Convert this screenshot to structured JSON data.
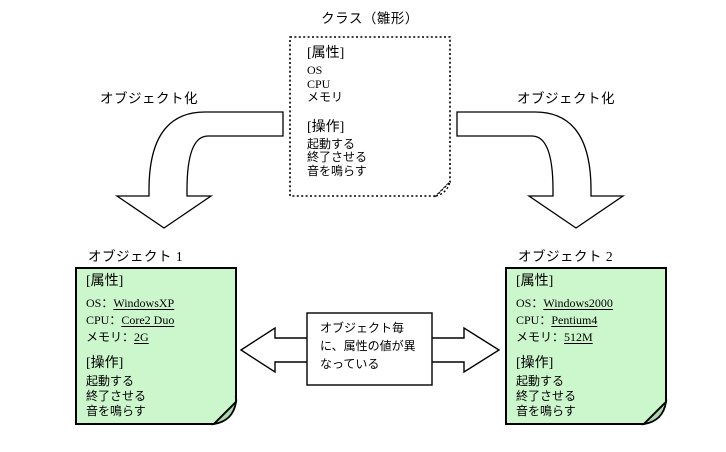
{
  "colors": {
    "note_fill": "#ccf6cc",
    "note_fold": "#aed6ae",
    "line": "#000000",
    "background": "#ffffff"
  },
  "class_box": {
    "title": "クラス（雛形）",
    "attr_header": "[属性]",
    "attributes": [
      "OS",
      "CPU",
      "メモリ"
    ],
    "ops_header": "[操作]",
    "operations": [
      "起動する",
      "終了させる",
      "音を鳴らす"
    ]
  },
  "arrows": {
    "left_label": "オブジェクト化",
    "right_label": "オブジェクト化"
  },
  "object1": {
    "title": "オブジェクト 1",
    "attr_header": "[属性]",
    "attributes": [
      {
        "label": "OS：",
        "value": "WindowsXP"
      },
      {
        "label": "CPU：",
        "value": "Core2 Duo"
      },
      {
        "label": "メモリ：",
        "value": "2G"
      }
    ],
    "ops_header": "[操作]",
    "operations": [
      "起動する",
      "終了させる",
      "音を鳴らす"
    ]
  },
  "object2": {
    "title": "オブジェクト 2",
    "attr_header": "[属性]",
    "attributes": [
      {
        "label": "OS：",
        "value": "Windows2000"
      },
      {
        "label": "CPU：",
        "value": "Pentium4"
      },
      {
        "label": "メモリ：",
        "value": "512M"
      }
    ],
    "ops_header": "[操作]",
    "operations": [
      "起動する",
      "終了させる",
      "音を鳴らす"
    ]
  },
  "center_note": {
    "lines": [
      "オブジェクト毎",
      "に、属性の値が異",
      "なっている"
    ]
  }
}
